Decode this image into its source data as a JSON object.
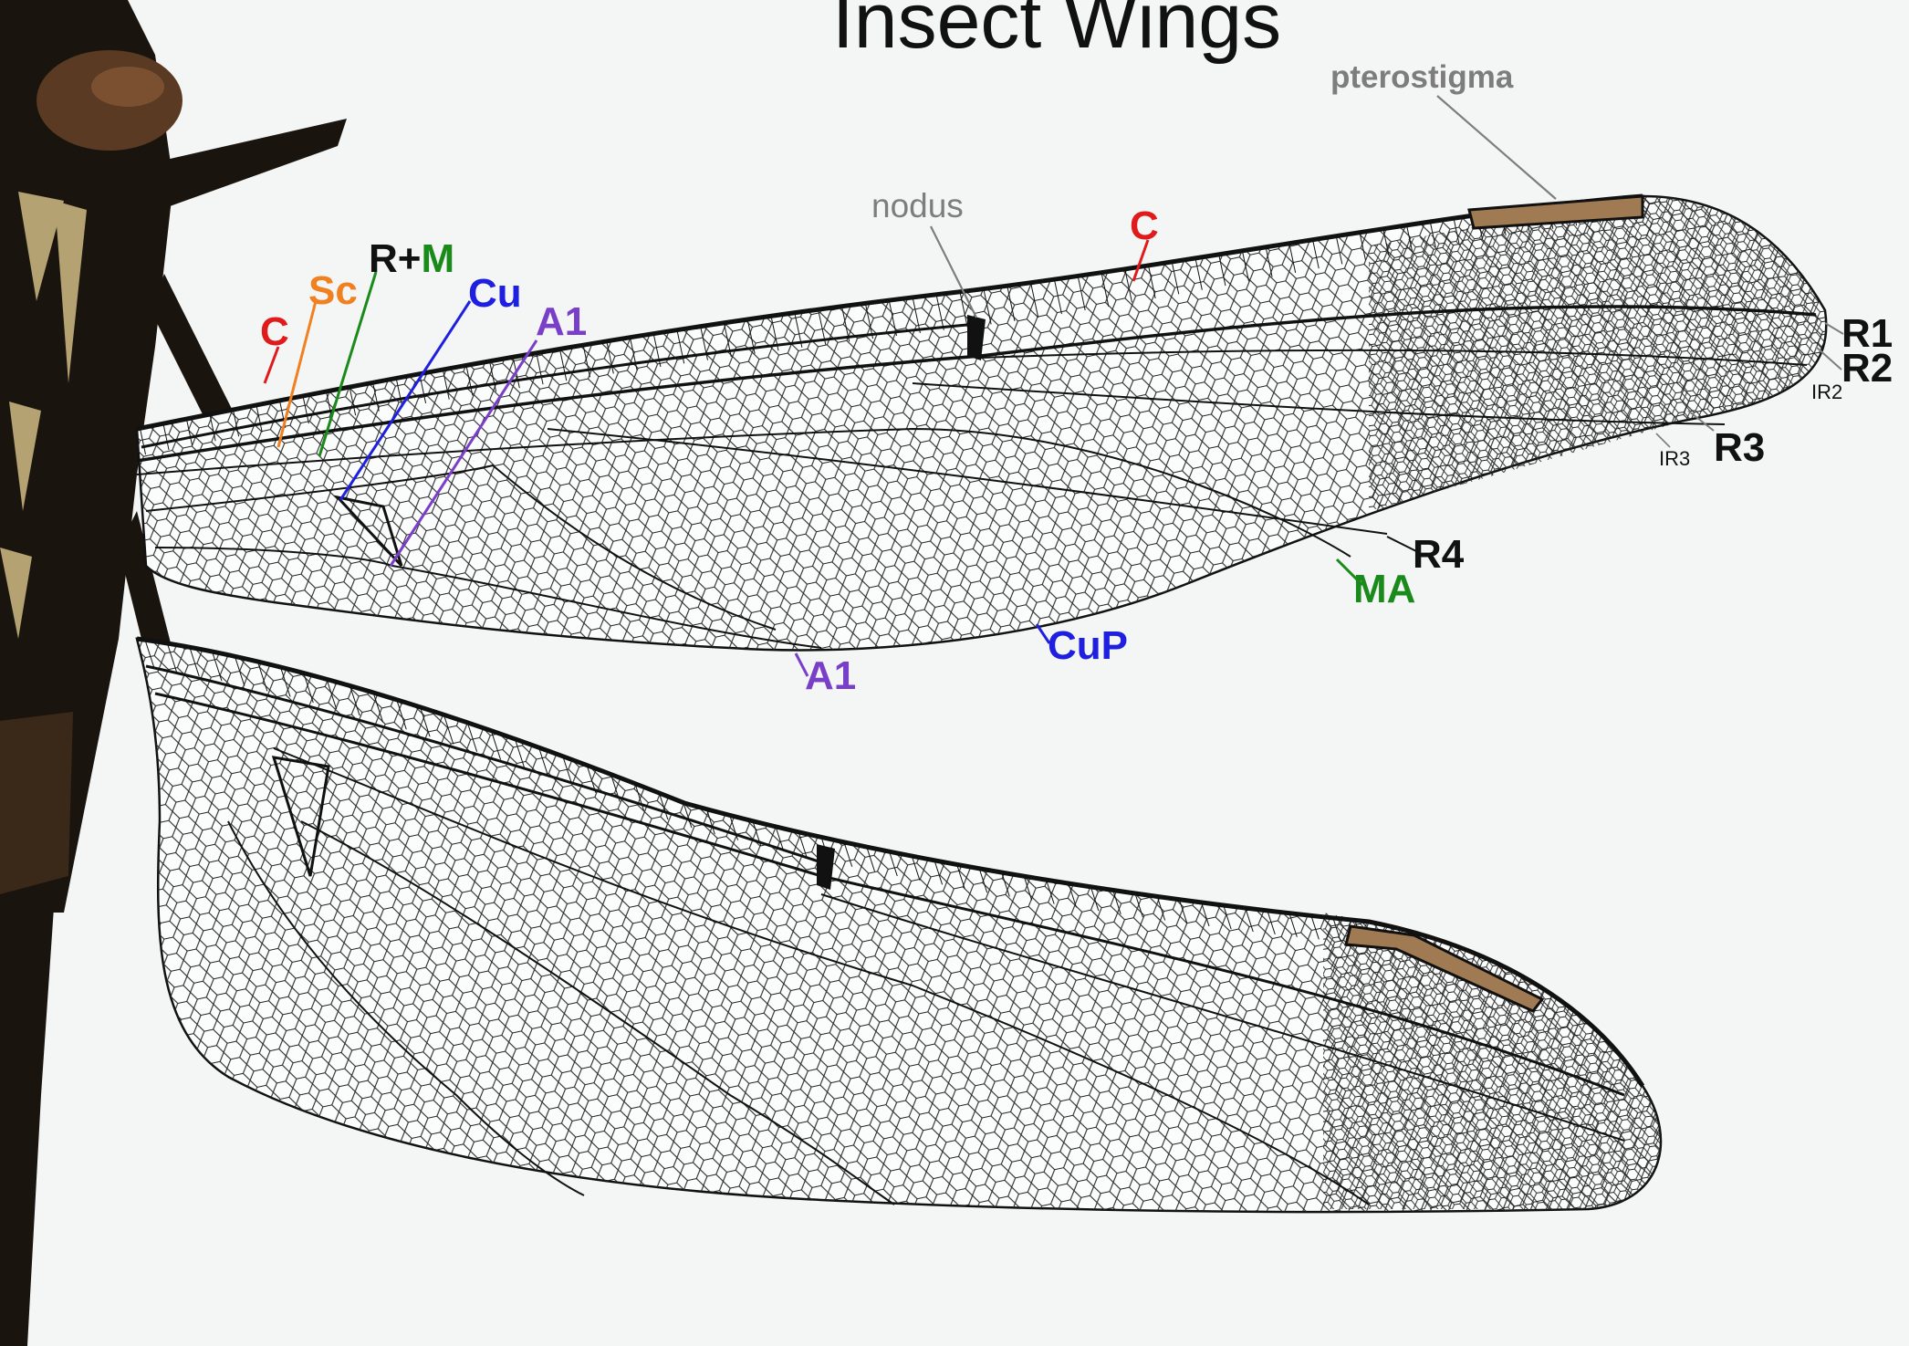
{
  "title": "Insect Wings",
  "colors": {
    "background": "#f4f6f6",
    "vein": "#111111",
    "pterostigma": "#a07a52",
    "body_dark": "#1a140e",
    "body_brown": "#5a3a22",
    "body_tan": "#b4a272",
    "costa": "#e01b1b",
    "subcosta": "#f08020",
    "media": "#1a8a1a",
    "cubitus": "#1f1fe0",
    "anal": "#7a3fc8",
    "radius": "#111111",
    "annotation_gray": "#7d7d7d"
  },
  "labels": {
    "pterostigma": "pterostigma",
    "nodus": "nodus",
    "c_fore_top": "C",
    "c_base": "C",
    "sc": "Sc",
    "r_prefix": "R+",
    "m_suffix": "M",
    "cu": "Cu",
    "a1_base": "A1",
    "r1": "R1",
    "r2": "R2",
    "ir2": "IR2",
    "r3": "R3",
    "ir3": "IR3",
    "r4": "R4",
    "ma": "MA",
    "cup": "CuP",
    "a1_margin": "A1"
  }
}
